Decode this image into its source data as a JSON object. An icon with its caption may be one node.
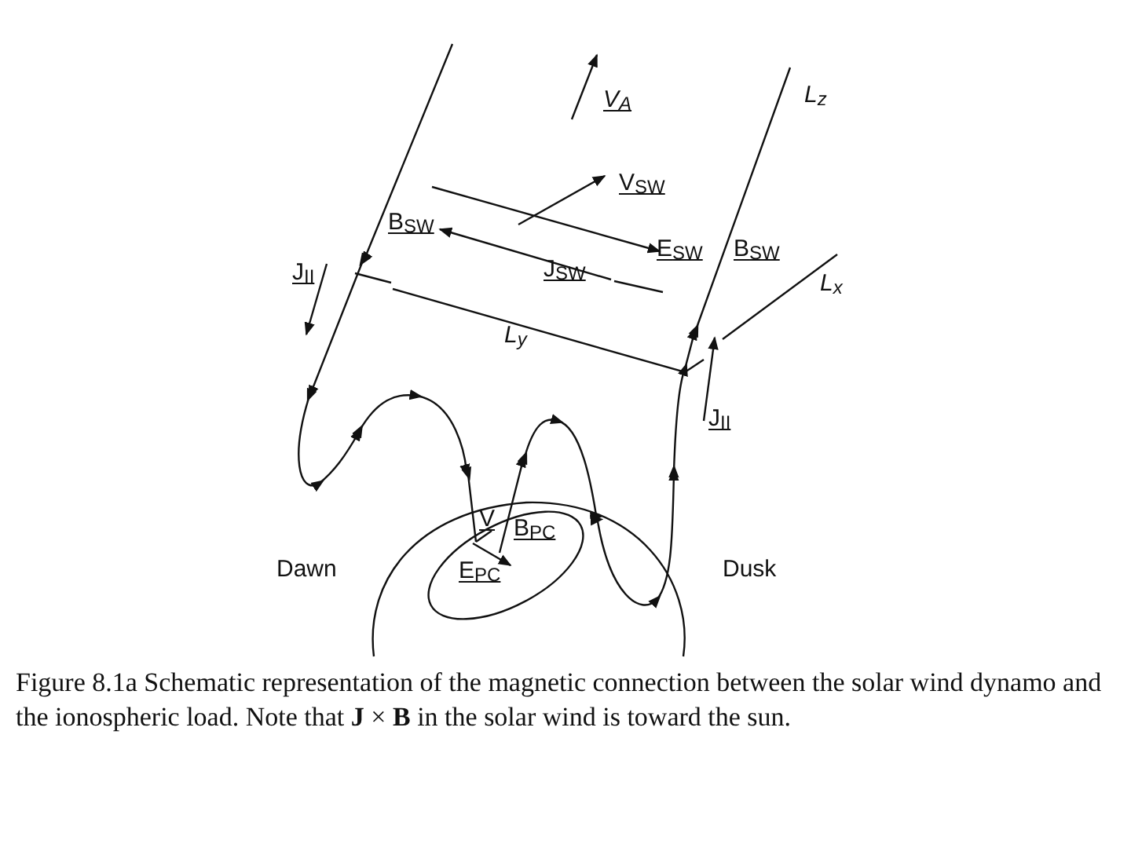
{
  "diagram": {
    "caption": "Figure 8.1a Schematic representation of the magnetic connection between the solar wind dynamo and the ionospheric load. Note that **J** × **B** in the solar wind is toward the sun.",
    "labels": [
      "V$_{A}$",
      "L$_{z}$",
      "V$_{SW}$",
      "B$_{SW}$",
      "E$_{SW}$",
      "B$_{SW}$",
      "J$_{II}$",
      "L$_{x}$",
      "J$_{SW}$",
      "L$_{y}$",
      "J$_{II}$",
      "V",
      "B$_{PC}$",
      "Dawn",
      "E$_{PC}$",
      "Dusk"
    ]
  }
}
